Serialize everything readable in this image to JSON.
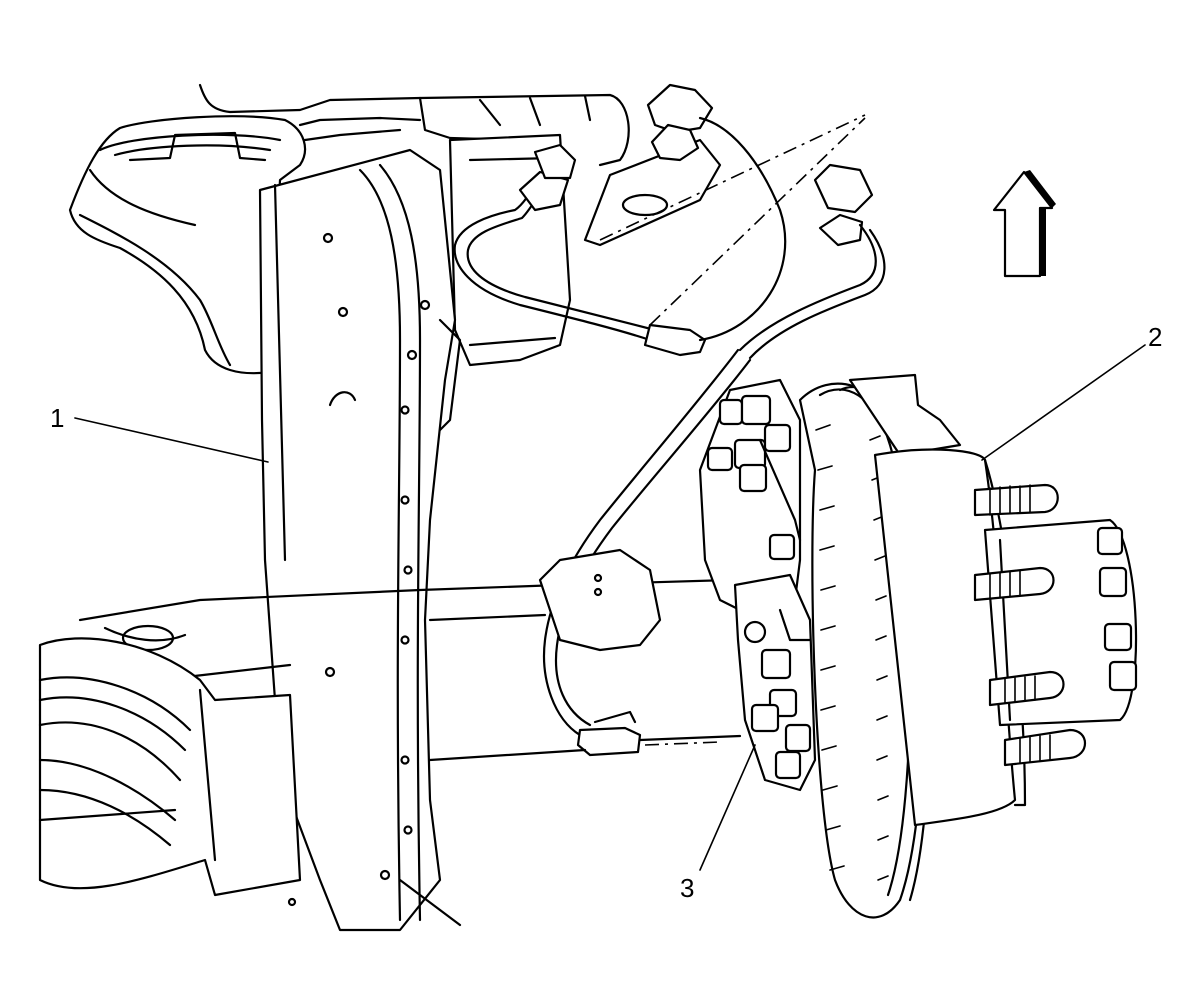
{
  "diagram": {
    "callouts": [
      {
        "id": "1",
        "label": "1"
      },
      {
        "id": "2",
        "label": "2"
      },
      {
        "id": "3",
        "label": "3"
      }
    ],
    "orientation_arrow": "up-arrow-icon"
  },
  "colors": {
    "line": "#000000",
    "background": "#ffffff"
  }
}
